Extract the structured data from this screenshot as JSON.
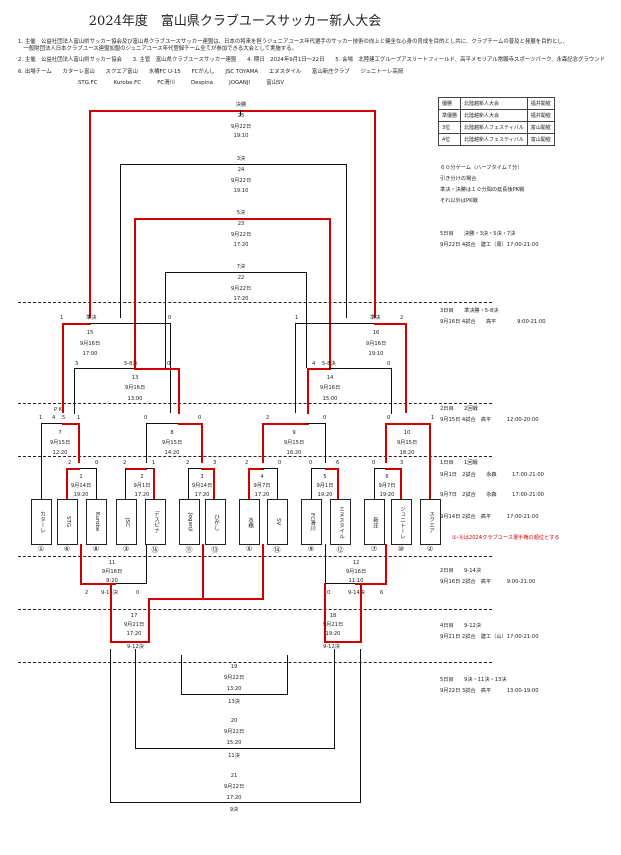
{
  "title": "2024年度　富山県クラブユースサッカー新人大会",
  "info": {
    "host": "1. 主催　公益社団法人富山県サッカー協会及び富山県クラブユースサッカー連盟は、日本の将来を担うジュニアユース年代選手のサッカー技術の向上と健全な心身の育成を目的とし共に、クラブチームの普及と発展を目的とし、",
    "host2": "　一般財団法人日本クラブユース連盟加盟のジュニアユース年代登録チーム全てが参加できる大会として実施する。",
    "row2": "2. 主催　公益社団法人富山県サッカー協会　　3. 主管　富山県クラブユースサッカー連盟　　4. 期日　2024年9月1日～22日　　5. 会場　北陸建工グループアスリートフィールド、高平メモリアル常願寺スポーツパーク、永森記念グラウンド",
    "row3": "6. 出場チーム　　カターレ富山　　スクエア富山　　水橋FC U-15　　FCがんし　　JSC TOYAMA　　エヌスタイル　　富山新庄クラブ　　ジュニトーレ高岡",
    "row4": "STG.FC　　　Kurobe.FC　　　FC滑川　　　Despina　　　JOGANJI　　　富山SV"
  },
  "results": [
    {
      "rank": "優勝",
      "team": "北陸越新人大会",
      "venue": "福井開催"
    },
    {
      "rank": "準優勝",
      "team": "北陸越新人大会",
      "venue": "福井開催"
    },
    {
      "rank": "3位",
      "team": "北陸越新人フェスティバル",
      "venue": "富山開催"
    },
    {
      "rank": "4位",
      "team": "北陸越新人フェスティバル",
      "venue": "富山開催"
    }
  ],
  "rules": [
    "６０分ゲーム（ハーフタイム７分）",
    "引き分けの場合",
    "準決・決勝は１０分間の延長後PK戦",
    "それ以外はPK戦"
  ],
  "day5a": "5日目　　決勝・3決・5決・7決",
  "day5b": "9月22日 4試合　建工（周）17:00-21:00",
  "day3": "3日目　　準決勝・5-8決",
  "day3b": "9月16日 4試合　　高平　　　　9:00-21:00",
  "day2": "2日目　　2回戦",
  "day2b": "9月15日 4試合　高平　　　12:00-20:00",
  "day1": "1日目　　1回戦",
  "day1b": "9月1日　2試合　　永森　　　17:00-21:00",
  "day1c": "9月7日　2試合　　永森　　　17:00-21:00",
  "day1d": "9月14日 2試合　高平　　　17:00-21:00",
  "note": "①-⑯は2024クラブユース選手権の順位とする",
  "day2s": "2日目　　9-14決",
  "day2sb": "9月16日 2試合　高平　　　9:00-21:00",
  "day4": "4日目　　9-12決",
  "day4b": "9月21日 2試合　建工（山）17:00-21:00",
  "day5s": "5日目　　9決・11決・13決",
  "day5sb": "9月22日 3試合　高平　　　13:00-19:00",
  "matches": {
    "m25": [
      "決勝",
      "25",
      "9月22日",
      "19:10"
    ],
    "m24": [
      "3決",
      "24",
      "9月22日",
      "19:10"
    ],
    "m23": [
      "5決",
      "23",
      "9月22日",
      "17:20"
    ],
    "m22": [
      "7決",
      "22",
      "9月22日",
      "17:20"
    ],
    "m15": [
      "15",
      "9月16日",
      "17:00"
    ],
    "m16": [
      "16",
      "9月16日",
      "19:10"
    ],
    "m13": [
      "13",
      "9月16日",
      "13:00"
    ],
    "m14": [
      "14",
      "9月16日",
      "15:00"
    ],
    "m7": [
      "7",
      "9月15日",
      "12:20"
    ],
    "m8": [
      "8",
      "9月15日",
      "14:20"
    ],
    "m9": [
      "9",
      "9月15日",
      "16:20"
    ],
    "m10": [
      "10",
      "9月15日",
      "18:20"
    ],
    "m1": [
      "1",
      "9月14日",
      "19:20"
    ],
    "m2": [
      "2",
      "9月1日",
      "17:20"
    ],
    "m3": [
      "3",
      "9月14日",
      "17:20"
    ],
    "m4": [
      "4",
      "9月7日",
      "17:20"
    ],
    "m5": [
      "5",
      "9月1日",
      "19:20"
    ],
    "m6": [
      "6",
      "9月7日",
      "19:20"
    ],
    "m11": [
      "11",
      "9月16日",
      "9:20"
    ],
    "m12": [
      "12",
      "9月16日",
      "11:10"
    ],
    "m17": [
      "17",
      "9月21日",
      "17:20"
    ],
    "m18": [
      "18",
      "9月21日",
      "19:20"
    ],
    "m19": [
      "19",
      "9月22日",
      "13:20"
    ],
    "m20": [
      "20",
      "9月22日",
      "15:20"
    ],
    "m21": [
      "21",
      "9月22日",
      "17:20"
    ]
  },
  "teams": [
    "カターレ",
    "STG",
    "Kurobe",
    "JSC",
    "デスピナ",
    "Joganji",
    "ひがし",
    "水橋",
    "SV",
    "FC滑川",
    "エヌスタイル",
    "新庄",
    "ジュニトーレ",
    "スクエア"
  ],
  "seeds": [
    "①",
    "⑥",
    "⑧",
    "③",
    "⑯",
    "⑪",
    "⑬",
    "⑤",
    "⑭",
    "⑨",
    "⑫",
    "⑦",
    "⑩",
    "②"
  ],
  "labels": {
    "sf_left": "準決",
    "sf_right": "準決",
    "pk": "P K",
    "w58": "5-8決",
    "w912": "9-12決",
    "w914": "9-14決",
    "l9": "9決",
    "l11": "11決",
    "l13": "13決",
    "third": "3決"
  },
  "scores": {
    "m15": [
      "1",
      "0"
    ],
    "m16": [
      "1",
      "2"
    ],
    "m13": [
      "3",
      "0"
    ],
    "m14": [
      "4",
      "0"
    ],
    "m7": [
      "1",
      "4",
      "5",
      "1"
    ],
    "m8": [
      "0",
      "0"
    ],
    "m9": [
      "2",
      "0"
    ],
    "m10": [
      "0",
      "1"
    ],
    "m1": [
      "2",
      "0"
    ],
    "m2": [
      "2",
      "1"
    ],
    "m3": [
      "2",
      "3"
    ],
    "m4": [
      "2",
      "0"
    ],
    "m5": [
      "0",
      "6"
    ],
    "m6": [
      "0",
      "3"
    ],
    "m11": [
      "2",
      "0"
    ],
    "m12": [
      "0",
      "6"
    ]
  }
}
